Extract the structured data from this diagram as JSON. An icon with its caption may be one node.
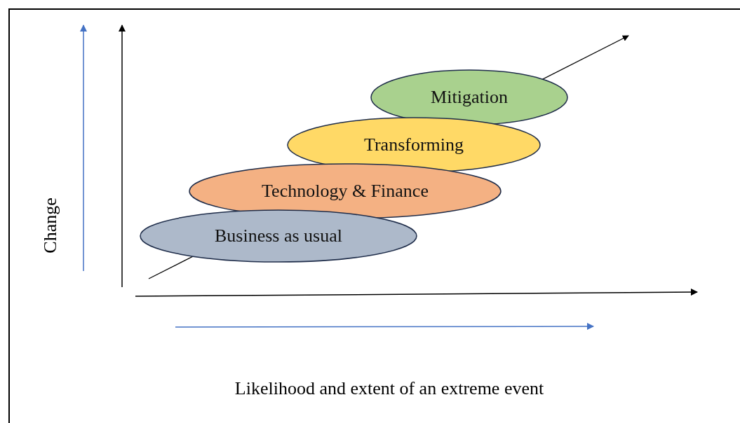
{
  "diagram": {
    "nodes": [
      {
        "text": [
          "Mitigation"
        ]
      },
      {
        "text": [
          "Transforming"
        ]
      },
      {
        "text": [
          "Technology & Finance"
        ]
      },
      {
        "text": [
          "Business as usual"
        ]
      }
    ],
    "labels": [
      "Change",
      "Likelihood and extent of an extreme event"
    ]
  }
}
